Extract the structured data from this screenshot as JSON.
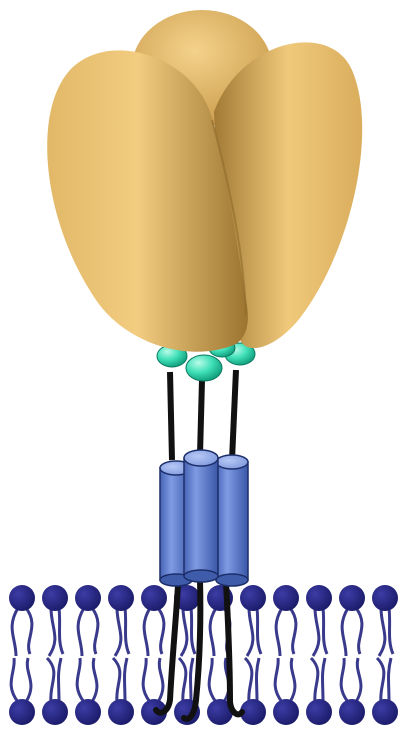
{
  "figure": {
    "subject": "trimeric-membrane-protein-schematic",
    "components": {
      "head_lobes": {
        "count": 3
      },
      "linker_beads": {
        "count": 4
      },
      "stalk_lines": {
        "count": 3
      },
      "transmembrane_cylinders": {
        "count": 3
      },
      "lipid_bilayer": {
        "head_rows": 2
      }
    }
  },
  "colors": {
    "background": "#ffffff",
    "lobe_light": "#f2cc80",
    "lobe_mid": "#e0b25e",
    "lobe_dark": "#9c7430",
    "bead_light": "#8ff5d8",
    "bead_dark": "#12b38d",
    "cylinder_light": "#9fb5ef",
    "cylinder_mid": "#5b79cc",
    "cylinder_dark": "#2f4b99",
    "lipid_head": "#23237a",
    "lipid_tail": "#3a3a8c",
    "strand": "#111111"
  }
}
